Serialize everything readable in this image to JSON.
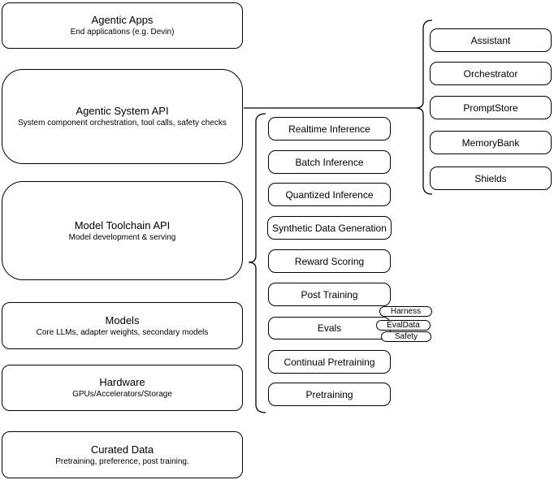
{
  "diagram": {
    "stack": [
      {
        "title": "Agentic Apps",
        "subtitle": "End applications (e.g. Devin)"
      },
      {
        "title": "Agentic System API",
        "subtitle": "System component orchestration, tool calls, safety checks"
      },
      {
        "title": "Model Toolchain API",
        "subtitle": "Model development & serving"
      },
      {
        "title": "Models",
        "subtitle": "Core LLMs, adapter weights, secondary models"
      },
      {
        "title": "Hardware",
        "subtitle": "GPUs/Accelerators/Storage"
      },
      {
        "title": "Curated Data",
        "subtitle": "Pretraining, preference, post training."
      }
    ],
    "toolchain_services": [
      "Realtime Inference",
      "Batch Inference",
      "Quantized Inference",
      "Synthetic Data Generation",
      "Reward Scoring",
      "Post Training",
      "Evals",
      "Continual Pretraining",
      "Pretraining"
    ],
    "evals_tags": [
      "Harness",
      "EvalData",
      "Safety"
    ],
    "system_components": [
      "Assistant",
      "Orchestrator",
      "PromptStore",
      "MemoryBank",
      "Shields"
    ],
    "colors": {
      "stroke": "#000000",
      "background": "#ffffff",
      "text": "#000000"
    }
  }
}
